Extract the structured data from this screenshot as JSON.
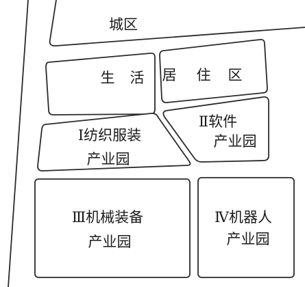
{
  "map": {
    "city_label": "城区",
    "zones": {
      "residential": {
        "label": "生活居住区",
        "chars": [
          "生",
          "活",
          "居",
          "住",
          "区"
        ]
      },
      "textile": {
        "line1": "Ⅰ纺织服装",
        "line2": "产业园"
      },
      "software": {
        "line1": "Ⅱ软件",
        "line2": "产业园"
      },
      "machinery": {
        "line1": "Ⅲ机械装备",
        "line2": "产业园"
      },
      "robotics": {
        "line1": "Ⅳ机器人",
        "line2": "产业园"
      }
    }
  }
}
